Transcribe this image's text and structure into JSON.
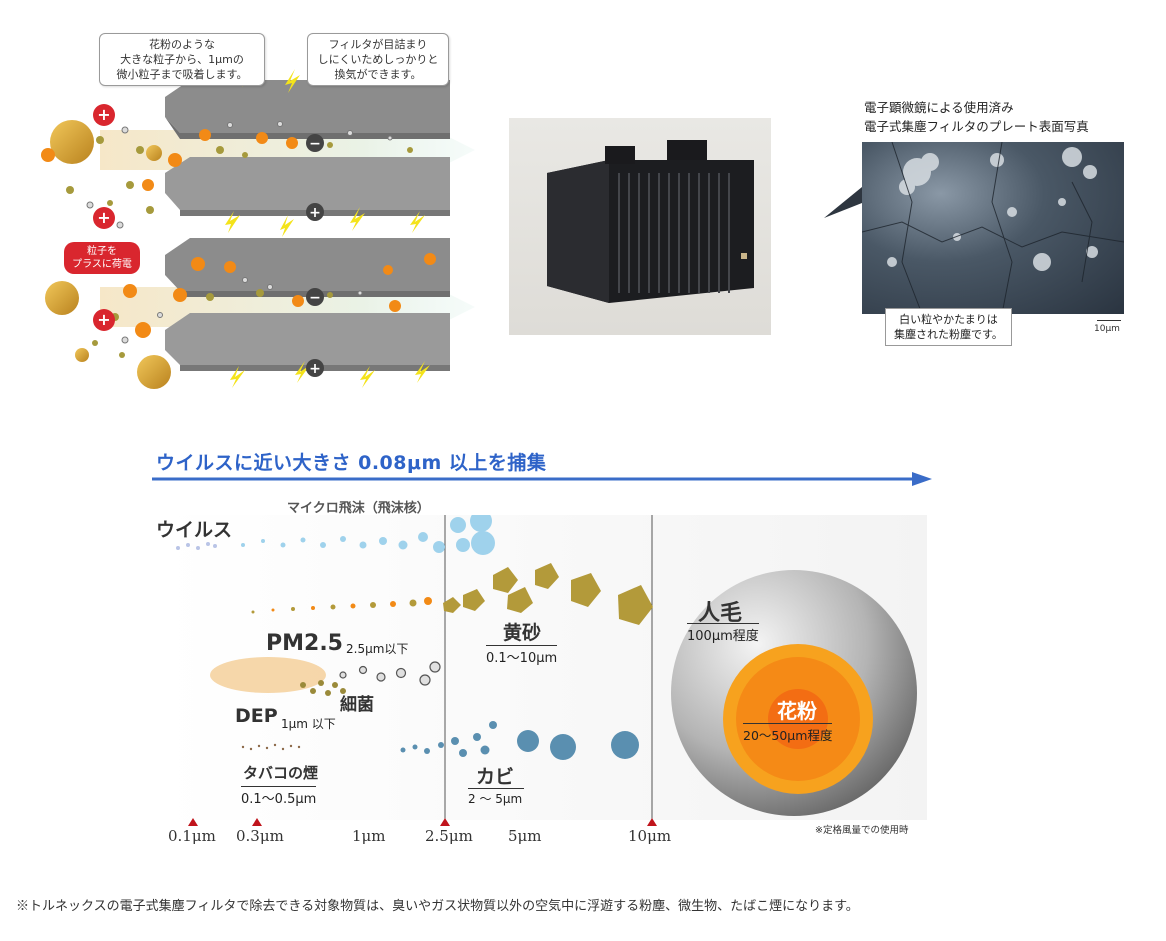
{
  "filter_diagram": {
    "callout_left": [
      "花粉のような",
      "大きな粒子から、1μmの",
      "微小粒子まで吸着します。"
    ],
    "callout_right": [
      "フィルタが目詰まり",
      "しにくいためしっかりと",
      "換気ができます。"
    ],
    "charge_label": [
      "粒子を",
      "プラスに荷電"
    ],
    "plus_sign": "+",
    "minus_sign": "−"
  },
  "sem_panel": {
    "caption": [
      "電子顕微鏡による使用済み",
      "電子式集塵フィルタのプレート表面写真"
    ],
    "note": [
      "白い粒やかたまりは",
      "集塵された粉塵です。"
    ],
    "scale": "10μm"
  },
  "headline": "ウイルスに近い大きさ 0.08μm 以上を捕集",
  "size_chart": {
    "virus": "ウイルス",
    "micro_droplet": "マイクロ飛沫（飛沫核）",
    "pm25": "PM2.5",
    "pm25_note": "2.5μm以下",
    "bacteria": "細菌",
    "dep": "DEP",
    "dep_note": "1μm 以下",
    "tobacco": "タバコの煙",
    "tobacco_range": "0.1〜0.5μm",
    "yellow_sand": "黄砂",
    "yellow_sand_range": "0.1〜10μm",
    "mold": "カビ",
    "mold_range": "2 〜 5μm",
    "human_hair": "人毛",
    "human_hair_range": "100μm程度",
    "pollen": "花粉",
    "pollen_range": "20〜50μm程度",
    "axis_ticks": [
      "0.1μm",
      "0.3μm",
      "1μm",
      "2.5μm",
      "5μm",
      "10μm"
    ],
    "footnote_small": "※定格風量での使用時"
  },
  "footnote": "※トルネックスの電子式集塵フィルタで除去できる対象物質は、臭いやガス状物質以外の空気中に浮遊する粉塵、微生物、たばこ煙になります。",
  "colors": {
    "headline": "#2e63c8",
    "plus_badge": "#d9262e",
    "plate": "#8a8a8a",
    "tick_marker": "#c0141c",
    "pollen": "#f28a16",
    "sand": "#b39a3a",
    "mold": "#5a8fb0",
    "virus": "#9fd2ec"
  }
}
